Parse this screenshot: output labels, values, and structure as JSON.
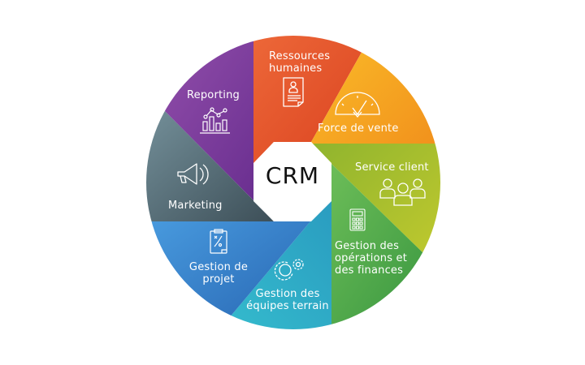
{
  "center": {
    "label": "CRM"
  },
  "segments": [
    {
      "id": "ressources-humaines",
      "label_lines": [
        "Ressources",
        "humaines"
      ],
      "icon": "resume-document-icon",
      "color": "#e8542a",
      "color_dark": "#d9401e"
    },
    {
      "id": "force-de-vente",
      "label_lines": [
        "Force de vente"
      ],
      "icon": "speedometer-check-icon",
      "color": "#f5a21d",
      "color_dark": "#f08a1a"
    },
    {
      "id": "service-client",
      "label_lines": [
        "Service client"
      ],
      "icon": "people-group-icon",
      "color": "#b6c52c",
      "color_dark": "#9bb42a"
    },
    {
      "id": "gestion-operations-finances",
      "label_lines": [
        "Gestion des",
        "opérations et",
        "des finances"
      ],
      "icon": "calculator-icon",
      "color": "#4aa947",
      "color_dark": "#3a963f"
    },
    {
      "id": "gestion-equipes-terrain",
      "label_lines": [
        "Gestion des",
        "équipes terrain"
      ],
      "icon": "gears-icon",
      "color": "#2fb6cc",
      "color_dark": "#1f9fb9"
    },
    {
      "id": "gestion-de-projet",
      "label_lines": [
        "Gestion de",
        "projet"
      ],
      "icon": "clipboard-strategy-icon",
      "color": "#3a8ed8",
      "color_dark": "#2b6fbb"
    },
    {
      "id": "marketing",
      "label_lines": [
        "Marketing"
      ],
      "icon": "megaphone-icon",
      "color": "#66808b",
      "color_dark": "#465962"
    },
    {
      "id": "reporting",
      "label_lines": [
        "Reporting"
      ],
      "icon": "bar-chart-line-icon",
      "color": "#8b4aa6",
      "color_dark": "#6e3494"
    }
  ]
}
